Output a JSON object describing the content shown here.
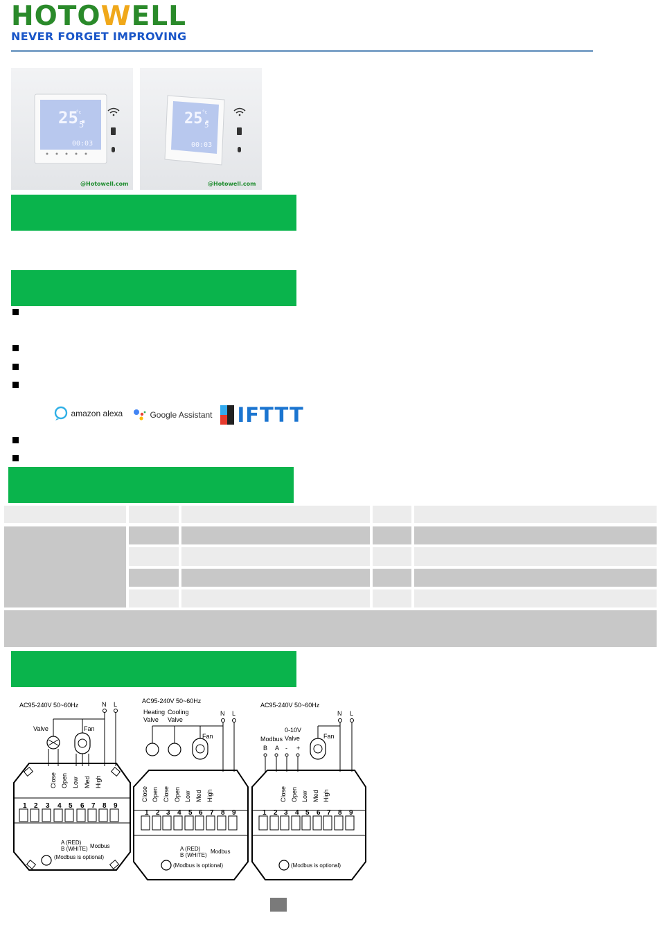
{
  "header": {
    "brand_prefix": "HOTO",
    "brand_w": "W",
    "brand_suffix": "ELL",
    "slogan": "NEVER FORGET IMPROVING"
  },
  "product_photos": [
    {
      "temp": "25.",
      "temp_decimal": "5",
      "unit": "°c",
      "time": "00:03",
      "watermark": "@Hotowell.com"
    },
    {
      "temp": "25.",
      "temp_decimal": "5",
      "unit": "°c",
      "time": "00:03",
      "watermark": "@Hotowell.com"
    }
  ],
  "voice_platforms": {
    "alexa": "amazon alexa",
    "google": "Google Assistant",
    "ifttt": "IFTTT"
  },
  "wiring": {
    "diagram1": {
      "power": "AC95-240V  50~60Hz",
      "n": "N",
      "l": "L",
      "valve": "Valve",
      "fan": "Fan",
      "term_labels": [
        "Close",
        "Open",
        "Low",
        "Med",
        "High"
      ],
      "numbers": [
        "1",
        "2",
        "3",
        "4",
        "5",
        "6",
        "7",
        "8",
        "9"
      ],
      "modbus_a": "A (RED)",
      "modbus_b": "B (WHITE)",
      "modbus": "Modbus",
      "modbus_note": "(Modbus is optional)"
    },
    "diagram2": {
      "power": "AC95-240V  50~60Hz",
      "n": "N",
      "l": "L",
      "heating": "Heating",
      "heating2": "Valve",
      "cooling": "Cooling",
      "cooling2": "Valve",
      "fan": "Fan",
      "term_labels": [
        "Close",
        "Open",
        "Close",
        "Open",
        "Low",
        "Med",
        "High"
      ],
      "numbers": [
        "1",
        "2",
        "3",
        "4",
        "5",
        "6",
        "7",
        "8",
        "9"
      ],
      "modbus_a": "A (RED)",
      "modbus_b": "B (WHITE)",
      "modbus": "Modbus",
      "modbus_note": "(Modbus is optional)"
    },
    "diagram3": {
      "power": "AC95-240V  50~60Hz",
      "n": "N",
      "l": "L",
      "modbus": "Modbus",
      "v010": "0-10V",
      "v010b": "Valve",
      "fan": "Fan",
      "b": "B",
      "a": "A",
      "minus": "-",
      "plus": "+",
      "term_labels": [
        "Close",
        "Open",
        "Low",
        "Med",
        "High"
      ],
      "numbers": [
        "1",
        "2",
        "3",
        "4",
        "5",
        "6",
        "7",
        "8",
        "9"
      ],
      "modbus_note": "(Modbus is optional)"
    }
  },
  "colors": {
    "green_bar": "#0ab44c",
    "brand_green": "#2a8a2a",
    "brand_blue": "#1a56c8",
    "brand_orange": "#f0a81a"
  }
}
